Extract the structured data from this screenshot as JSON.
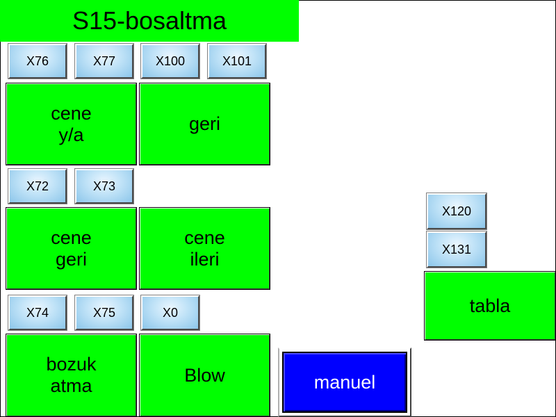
{
  "title": "S15-bosaltma",
  "indicators": {
    "x76": "X76",
    "x77": "X77",
    "x100": "X100",
    "x101": "X101",
    "x72": "X72",
    "x73": "X73",
    "x74": "X74",
    "x75": "X75",
    "x0": "X0",
    "x120": "X120",
    "x131": "X131"
  },
  "buttons": {
    "cene_ya": "cene\ny/a",
    "geri": "geri",
    "cene_geri": "cene\ngeri",
    "cene_ileri": "cene\nileri",
    "bozuk_atma": "bozuk\natma",
    "blow": "Blow",
    "tabla": "tabla",
    "manuel": "manuel"
  },
  "colors": {
    "button_green": "#00ff00",
    "manuel_blue": "#0000ff",
    "indicator_blue": "#8cc6ea"
  }
}
